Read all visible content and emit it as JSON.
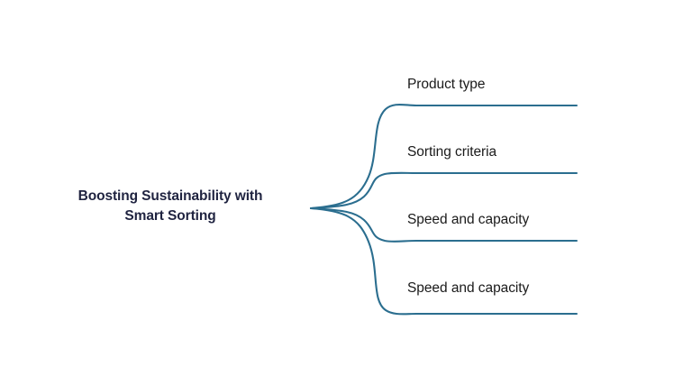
{
  "diagram": {
    "type": "mind-map",
    "background_color": "#ffffff",
    "branch_color": "#2b6e8f",
    "title_color": "#1f2340",
    "label_color": "#1a1a1a",
    "central_node": {
      "line1": "Boosting Sustainability with",
      "line2": "Smart Sorting",
      "text": "Boosting Sustainability with Smart Sorting"
    },
    "branches": [
      {
        "label": "Product type"
      },
      {
        "label": "Sorting criteria"
      },
      {
        "label": "Speed and capacity"
      },
      {
        "label": "Speed and capacity"
      }
    ]
  }
}
